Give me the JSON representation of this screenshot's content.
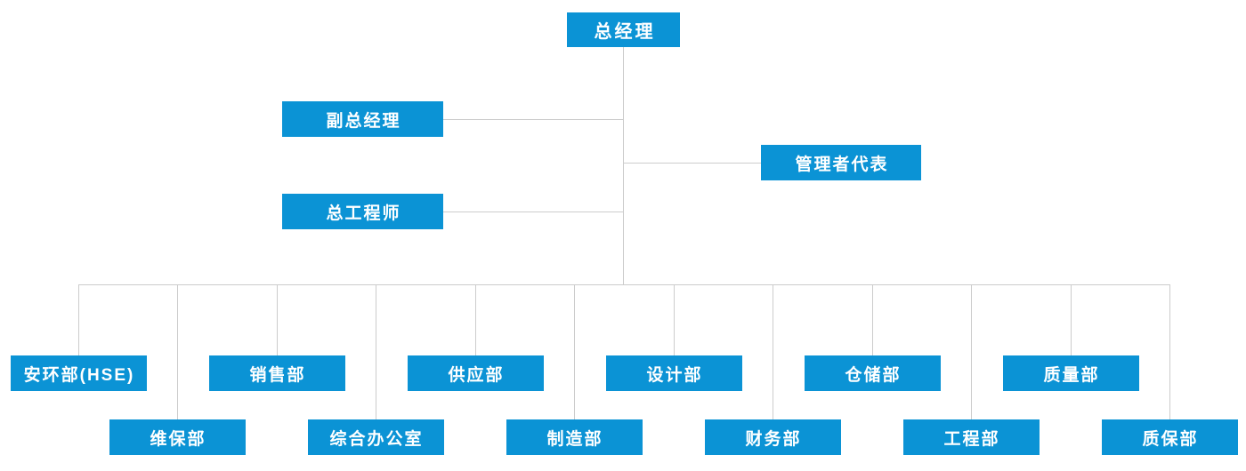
{
  "colors": {
    "node_bg": "#0b93d5",
    "node_text": "#ffffff",
    "line": "#cccccc",
    "background": "#ffffff"
  },
  "org": {
    "root": {
      "label": "总经理"
    },
    "staff_left": [
      {
        "label": "副总经理"
      },
      {
        "label": "总工程师"
      }
    ],
    "staff_right": [
      {
        "label": "管理者代表"
      }
    ],
    "departments": [
      {
        "label": "安环部(HSE)",
        "row": "upper"
      },
      {
        "label": "维保部",
        "row": "lower"
      },
      {
        "label": "销售部",
        "row": "upper"
      },
      {
        "label": "综合办公室",
        "row": "lower"
      },
      {
        "label": "供应部",
        "row": "upper"
      },
      {
        "label": "制造部",
        "row": "lower"
      },
      {
        "label": "设计部",
        "row": "upper"
      },
      {
        "label": "财务部",
        "row": "lower"
      },
      {
        "label": "仓储部",
        "row": "upper"
      },
      {
        "label": "工程部",
        "row": "lower"
      },
      {
        "label": "质量部",
        "row": "upper"
      },
      {
        "label": "质保部",
        "row": "lower"
      }
    ]
  }
}
